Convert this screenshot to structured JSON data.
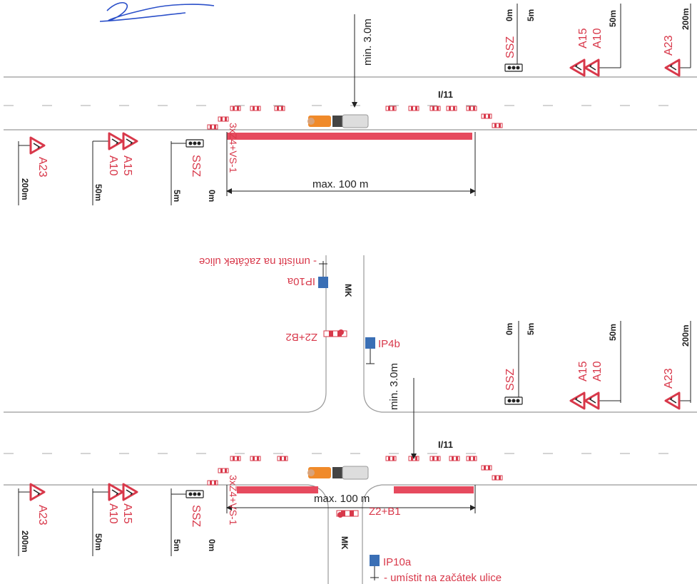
{
  "top": {
    "road_label": "I/11",
    "min_label": "min. 3.0m",
    "max_label": "max. 100 m",
    "closure_label": "3xZ4+VS-1",
    "right_signs": {
      "ssz": "SSZ",
      "a15": "A15",
      "a10": "A10",
      "a23": "A23"
    },
    "right_dist": {
      "d0": "0m",
      "d5": "5m",
      "d50": "50m",
      "d200": "200m"
    },
    "left_signs": {
      "a23": "A23",
      "a15": "A15",
      "a10": "A10",
      "ssz": "SSZ"
    },
    "left_dist": {
      "d200": "200m",
      "d50": "50m",
      "d5": "5m",
      "d0": "0m"
    }
  },
  "bottom": {
    "road_label": "I/11",
    "min_label": "min. 3.0m",
    "max_label": "max. 100 m",
    "closure_label": "3xZ4+VS-1",
    "side_road_label_top": "MK",
    "side_road_label_bottom": "MK",
    "ip10a_top": "IP10a",
    "ip10a_top_note": "- umístit na začátek ulice",
    "z2b2": "Z2+B2",
    "ip4b": "IP4b",
    "z2b1": "Z2+B1",
    "ip10a_bottom": "IP10a",
    "ip10a_bottom_note": "- umístit na začátek ulice",
    "right_signs": {
      "ssz": "SSZ",
      "a15": "A15",
      "a10": "A10",
      "a23": "A23"
    },
    "right_dist": {
      "d0": "0m",
      "d5": "5m",
      "d50": "50m",
      "d200": "200m"
    },
    "left_signs": {
      "a23": "A23",
      "a15": "A15",
      "a10": "A10",
      "ssz": "SSZ"
    },
    "left_dist": {
      "d200": "200m",
      "d50": "50m",
      "d5": "5m",
      "d0": "0m"
    }
  },
  "colors": {
    "sign_red": "#d8384a",
    "sign_blue": "#3a6fb5",
    "road_line": "#8a8a8a"
  }
}
